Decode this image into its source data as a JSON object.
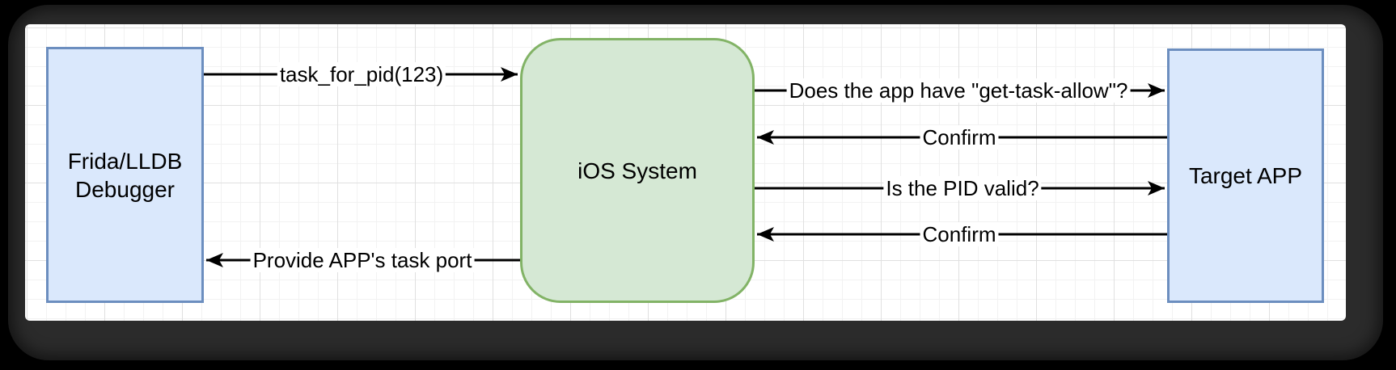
{
  "diagram": {
    "nodes": [
      {
        "id": "frida-lldb-debugger",
        "label": "Frida/LLDB Debugger",
        "line1": "Frida/LLDB",
        "line2": "Debugger",
        "shape": "rectangle",
        "fill": "#dae8fc",
        "stroke": "#6c8ebf"
      },
      {
        "id": "ios-system",
        "label": "iOS System",
        "shape": "rounded-rectangle",
        "fill": "#d5e8d4",
        "stroke": "#82b366"
      },
      {
        "id": "target-app",
        "label": "Target APP",
        "shape": "rectangle",
        "fill": "#dae8fc",
        "stroke": "#6c8ebf"
      }
    ],
    "edges": [
      {
        "label": "task_for_pid(123)",
        "from": "Frida/LLDB Debugger",
        "to": "iOS System",
        "direction": "right"
      },
      {
        "label": "Does the app have \"get-task-allow\"?",
        "from": "iOS System",
        "to": "Target APP",
        "direction": "right"
      },
      {
        "label": "Confirm",
        "from": "Target APP",
        "to": "iOS System",
        "direction": "left"
      },
      {
        "label": "Is the PID valid?",
        "from": "iOS System",
        "to": "Target APP",
        "direction": "right"
      },
      {
        "label": "Confirm",
        "from": "Target APP",
        "to": "iOS System",
        "direction": "left"
      },
      {
        "label": "Provide APP's task port",
        "from": "iOS System",
        "to": "Frida/LLDB Debugger",
        "direction": "left"
      }
    ],
    "colors": {
      "node_fill_blue": "#dae8fc",
      "node_stroke_blue": "#6c8ebf",
      "node_fill_green": "#d5e8d4",
      "node_stroke_green": "#82b366",
      "arrow": "#000000",
      "canvas": "#ffffff",
      "frame": "#2b2b2b"
    }
  }
}
